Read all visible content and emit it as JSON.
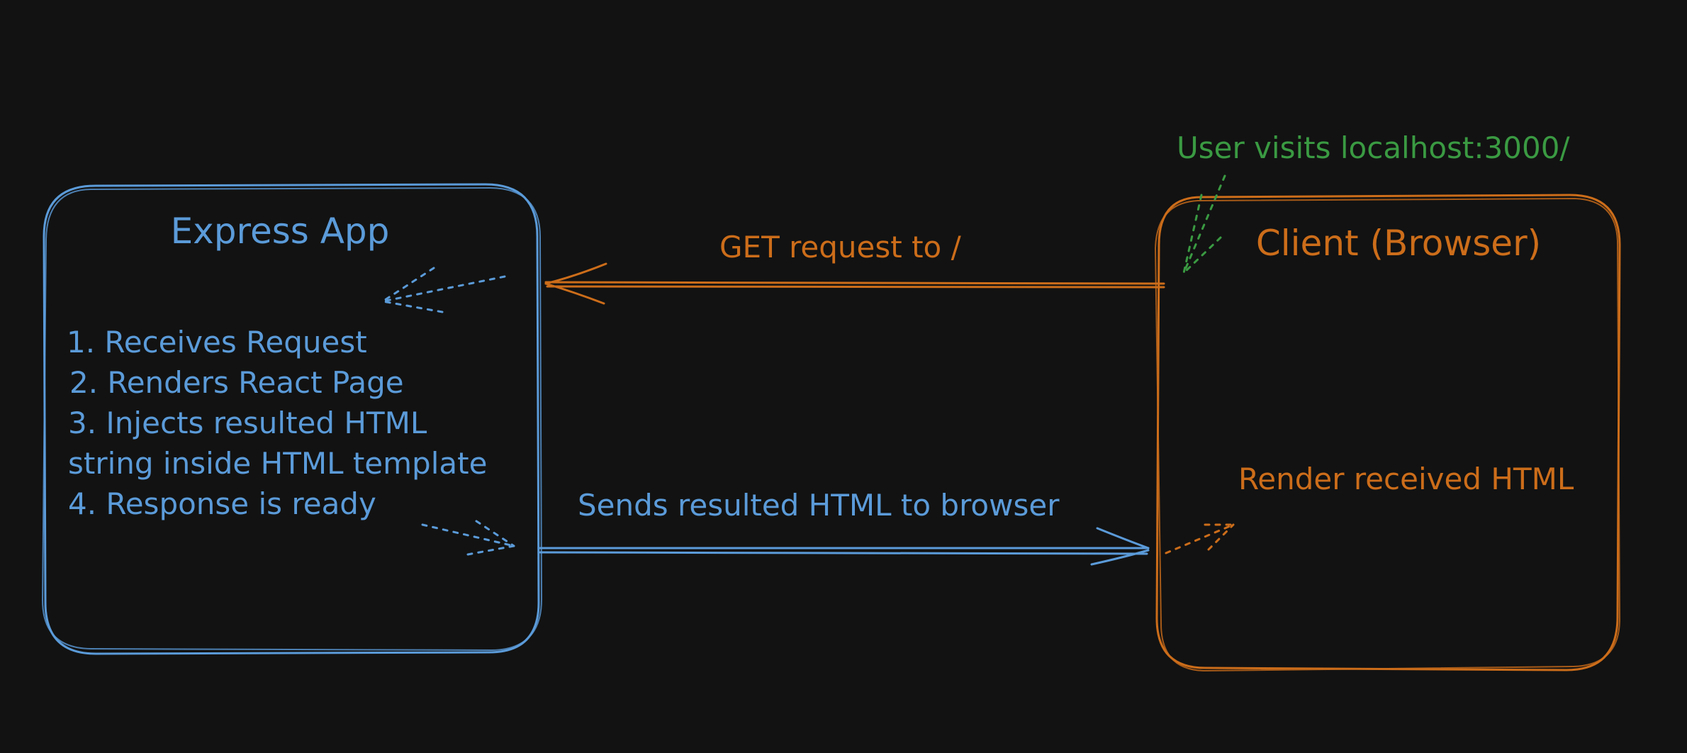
{
  "colors": {
    "background": "#121212",
    "server": "#5b9bd9",
    "client": "#cc6d1a",
    "user": "#3a9a42"
  },
  "nodes": {
    "server": {
      "title": "Express App",
      "steps": [
        "1. Receives Request",
        "2. Renders React Page",
        "3. Injects resulted HTML",
        "string inside HTML template",
        "4. Response is ready"
      ]
    },
    "client": {
      "title": "Client (Browser)",
      "note": "Render received HTML"
    }
  },
  "edges": {
    "request": {
      "label": "GET request to /"
    },
    "response": {
      "label": "Sends resulted HTML to browser"
    }
  },
  "annotations": {
    "user_visit": "User visits localhost:3000/"
  }
}
